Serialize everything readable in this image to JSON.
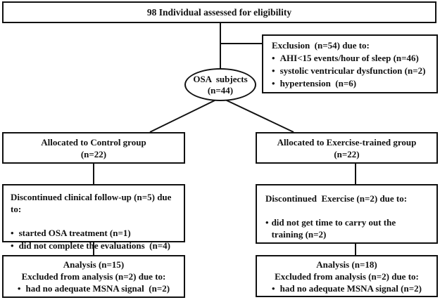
{
  "glyphs": {
    "bullet": "•"
  },
  "colors": {
    "line": "#111111",
    "text": "#111111",
    "background": "#ffffff"
  },
  "flow": {
    "eligibility": {
      "text": "98 Individual assessed for eligibility"
    },
    "exclusion": {
      "title": "Exclusion  (n=54) due to:",
      "bullets": [
        "AHI<15 events/hour of sleep (n=46)",
        "systolic ventricular dysfunction (n=2)",
        "hypertension  (n=6)"
      ]
    },
    "osa_subjects": {
      "line1": "OSA  subjects",
      "line2": "(n=44)"
    },
    "control_group": {
      "line1": "Allocated to Control group",
      "line2": "(n=22)"
    },
    "exercise_group": {
      "line1": "Allocated to Exercise-trained group",
      "line2": "(n=22)"
    },
    "control_discontinued": {
      "title": "Discontinued clinical follow-up (n=5) due to:",
      "bullets": [
        "started OSA treatment (n=1)",
        "did not complete the evaluations  (n=4)"
      ]
    },
    "exercise_discontinued": {
      "title": "Discontinued  Exercise (n=2) due to:",
      "bullets": [
        "did not get time to carry out the training (n=2)"
      ]
    },
    "control_analysis": {
      "line1": "Analysis (n=15)",
      "line2": "Excluded from analysis (n=2) due to:",
      "bullet": "had no adequate MSNA signal  (n=2)"
    },
    "exercise_analysis": {
      "line1": "Analysis (n=18)",
      "line2": "Excluded from analysis (n=2) due to:",
      "bullet": "had no adequate MSNA signal (n=2)"
    }
  }
}
